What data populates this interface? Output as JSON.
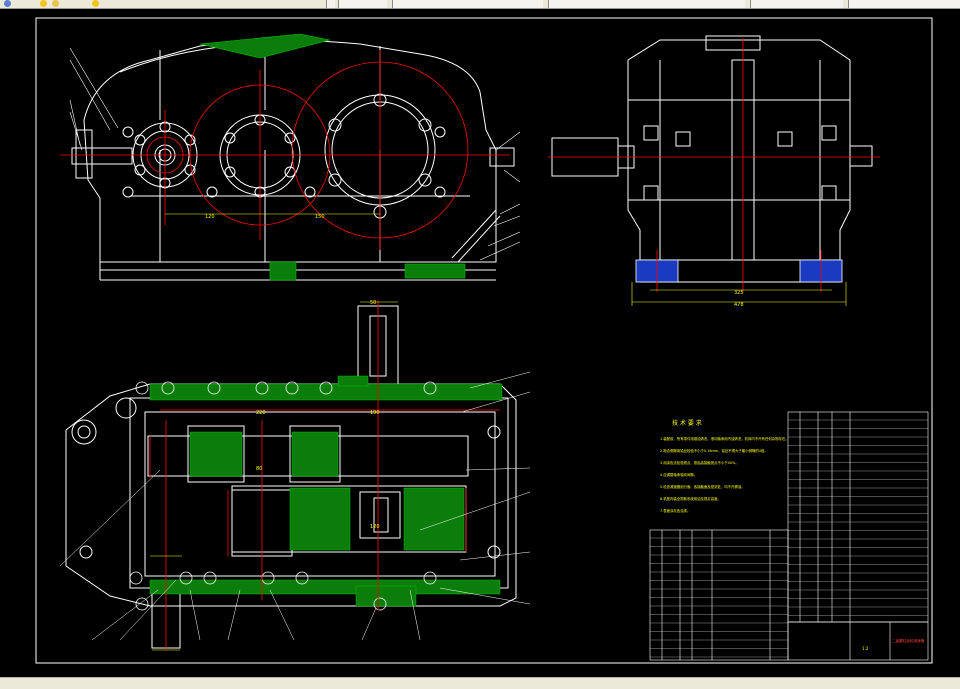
{
  "toolbar": {
    "tab_label": "",
    "items": [
      "",
      "",
      "",
      ""
    ]
  },
  "drawing": {
    "front_view": {
      "dim_left": "120",
      "dim_right": "150"
    },
    "side_view": {
      "dim_inner": "325",
      "dim_outer": "478"
    },
    "plan_view": {
      "shaft_dim_top": "50",
      "labels": [
        "220",
        "190",
        "80",
        "120"
      ]
    },
    "tech_requirements": {
      "title": "技 术 要 求",
      "lines": [
        "1.装配前，所有零件用煤油清洗，滚动轴承用汽油清洗，机体内不许有任何杂物存在。",
        "2.啮合侧隙用铅丝检验不小于0.16mm，铅丝不得大于最小侧隙的4倍。",
        "3.用涂色法检验斑点，按齿高接触斑点不小于40%。",
        "4.应调整轴承轴向间隙。",
        "5.检查减速器剖分面、各接触面及密封处，均不许漏油。",
        "6.机座内装全损耗系统用油至规定高度。",
        "7.表面涂灰色油漆。"
      ]
    },
    "title_block": {
      "title": "二级圆柱齿轮减速器",
      "scale": "1:2"
    }
  },
  "colors": {
    "background": "#000000",
    "outline": "#ffffff",
    "centerline": "#ff0000",
    "hatch": "#00c000",
    "dimension": "#ffff00",
    "leader": "#ffffff",
    "highlight": "#00ffff"
  }
}
